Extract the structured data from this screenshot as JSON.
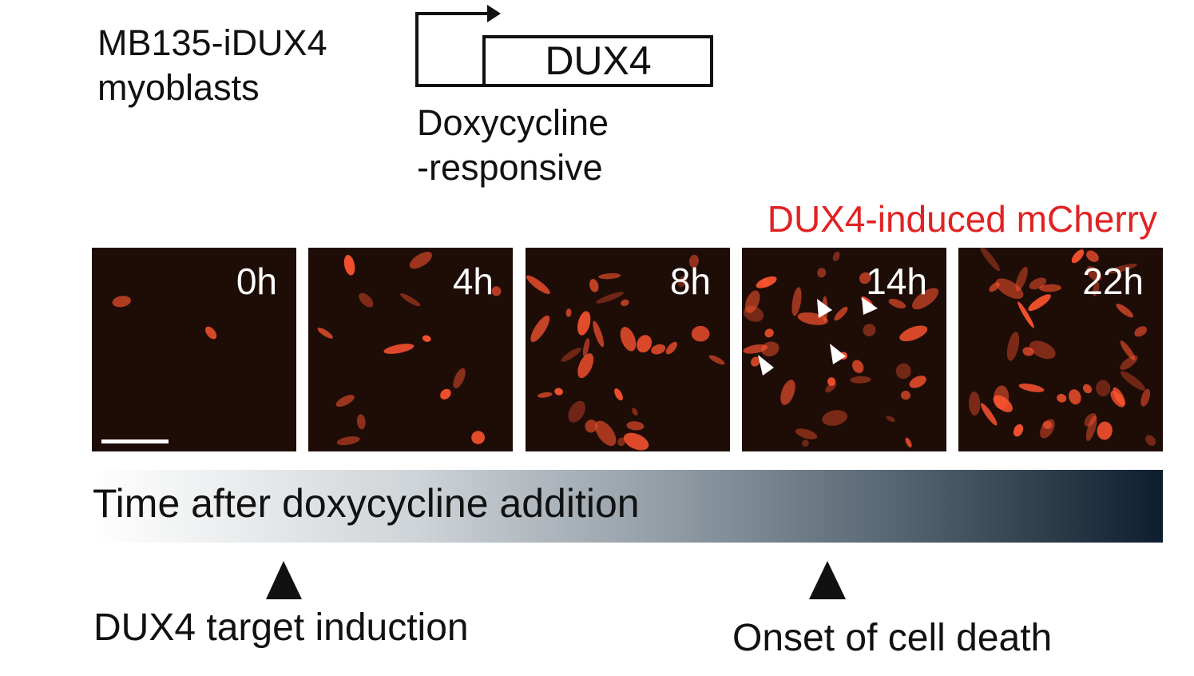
{
  "cell_line": {
    "line1": "MB135-iDUX4",
    "line2": "myoblasts"
  },
  "construct": {
    "gene_label": "DUX4",
    "promoter_line1": "Doxycycline",
    "promoter_line2": "-responsive"
  },
  "reporter_label": "DUX4-induced mCherry",
  "panels": [
    {
      "time": "0h",
      "has_scale_bar": true,
      "arrowheads": 0
    },
    {
      "time": "4h",
      "has_scale_bar": false,
      "arrowheads": 0
    },
    {
      "time": "8h",
      "has_scale_bar": false,
      "arrowheads": 0
    },
    {
      "time": "14h",
      "has_scale_bar": false,
      "arrowheads": 4
    },
    {
      "time": "22h",
      "has_scale_bar": false,
      "arrowheads": 0
    }
  ],
  "timeline": {
    "label": "Time after doxycycline addition"
  },
  "markers": [
    {
      "label": "DUX4 target induction"
    },
    {
      "label": "Onset of cell death"
    }
  ],
  "colors": {
    "reporter_text": "#e02323",
    "cell_fluorescence": "#ff5530",
    "panel_background": "#1e0c07",
    "timeline_start": "#ffffff",
    "timeline_end": "#0d1e2e"
  }
}
